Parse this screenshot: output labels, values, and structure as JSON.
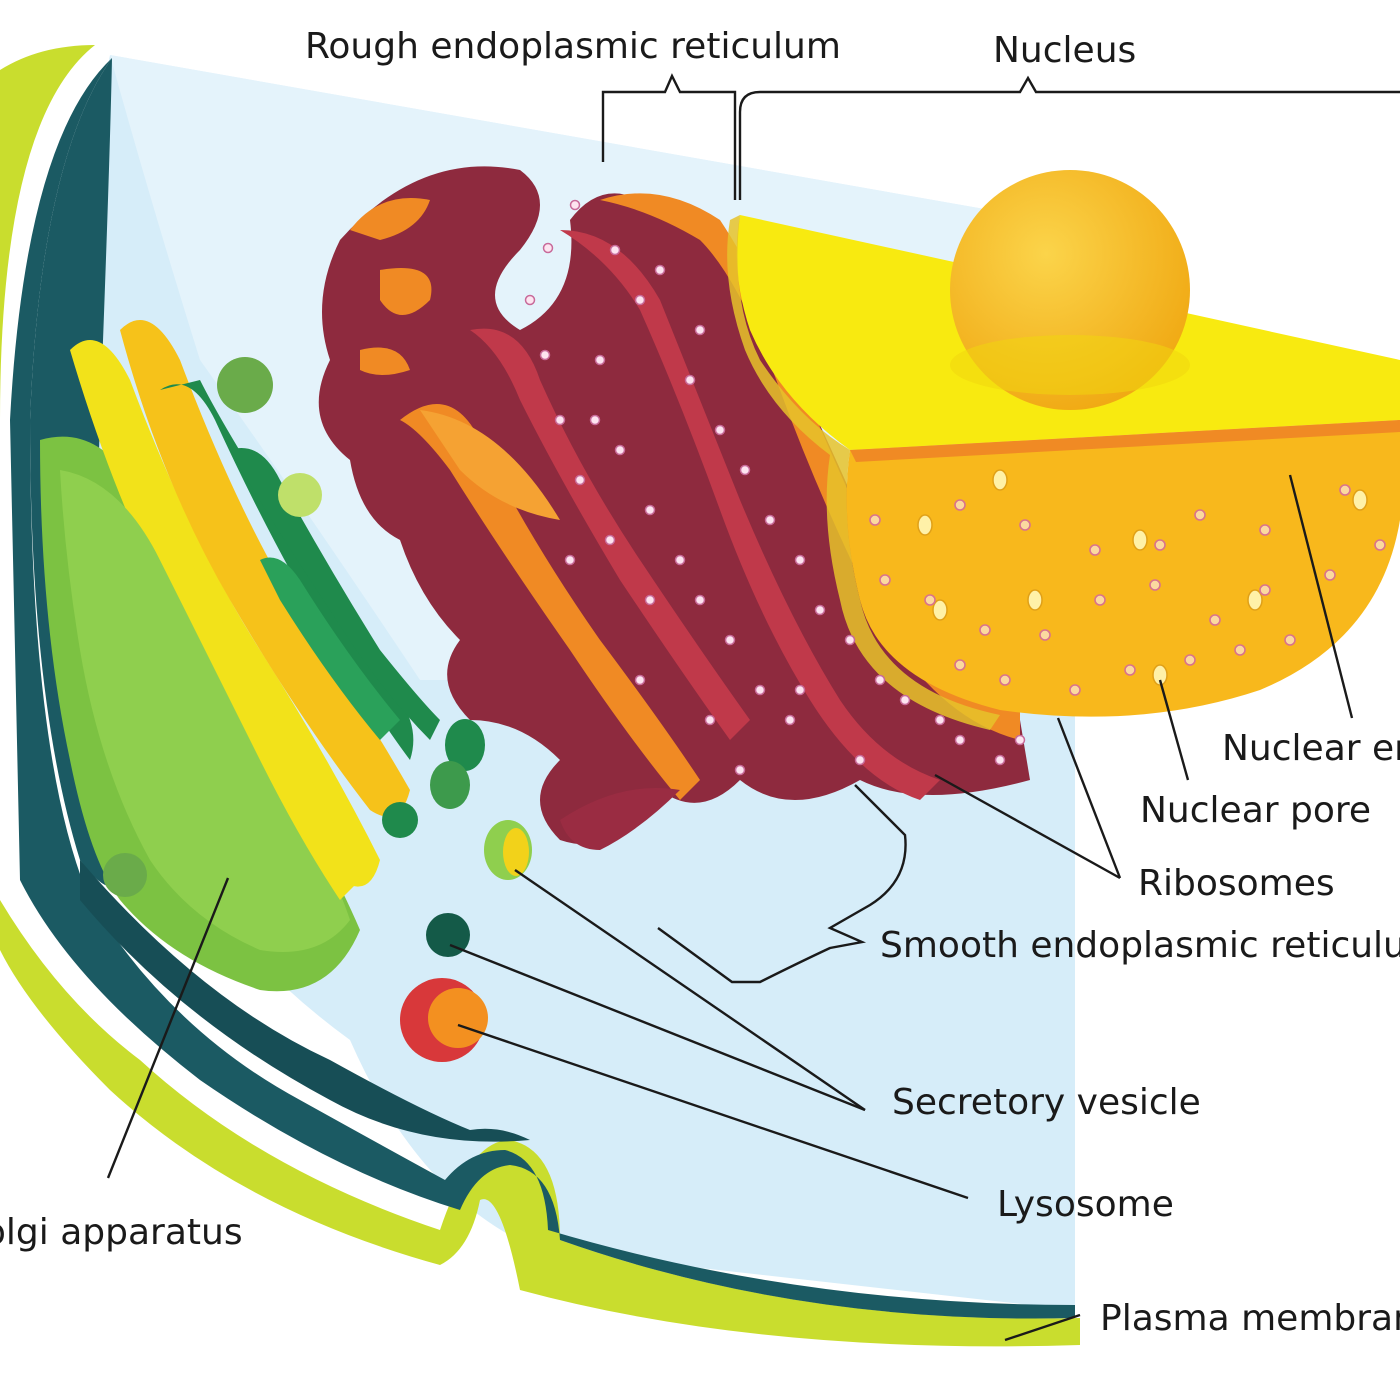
{
  "diagram": {
    "labels": {
      "rough_er": "Rough endoplasmic reticulum",
      "nucleus": "Nucleus",
      "nuclear_envelope": "Nuclear envelope",
      "nuclear_pore": "Nuclear pore",
      "ribosomes": "Ribosomes",
      "smooth_er": "Smooth endoplasmic reticulum",
      "secretory_vesicle": "Secretory vesicle",
      "lysosome": "Lysosome",
      "golgi": "Golgi apparatus",
      "plasma_membrane": "Plasma membrane"
    },
    "colors": {
      "cytoplasm": "#d4ecf8",
      "plasma_membrane": "#c8dc2a",
      "cell_wall_dark": "#1b5a63",
      "golgi_green": "#7cc242",
      "golgi_dark": "#1f8a4c",
      "golgi_yellow": "#f2e21a",
      "er_maroon": "#8e2a3e",
      "er_orange": "#f08a24",
      "nucleus_yellow": "#f8ea10",
      "nucleoplasm": "#f8b81c",
      "nucleolus": "#f5b516"
    }
  }
}
